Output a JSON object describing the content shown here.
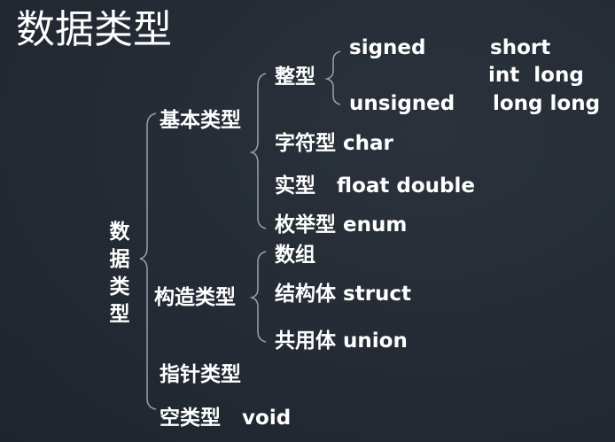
{
  "title": "数据类型",
  "root": "数据类型",
  "root_chars": [
    "数",
    "据",
    "类",
    "型"
  ],
  "basic": {
    "label": "基本类型",
    "integer": {
      "label": "整型",
      "signed": "signed",
      "unsigned": "unsigned",
      "types_line1": "short",
      "types_line2": "int  long",
      "types_line3": "long long"
    },
    "char": "字符型 char",
    "real": "实型   float double",
    "enum": "枚举型 enum"
  },
  "constructed": {
    "label": "构造类型",
    "array": "数组",
    "struct": "结构体 struct",
    "union": "共用体 union"
  },
  "pointer": "指针类型",
  "void": "空类型   void"
}
